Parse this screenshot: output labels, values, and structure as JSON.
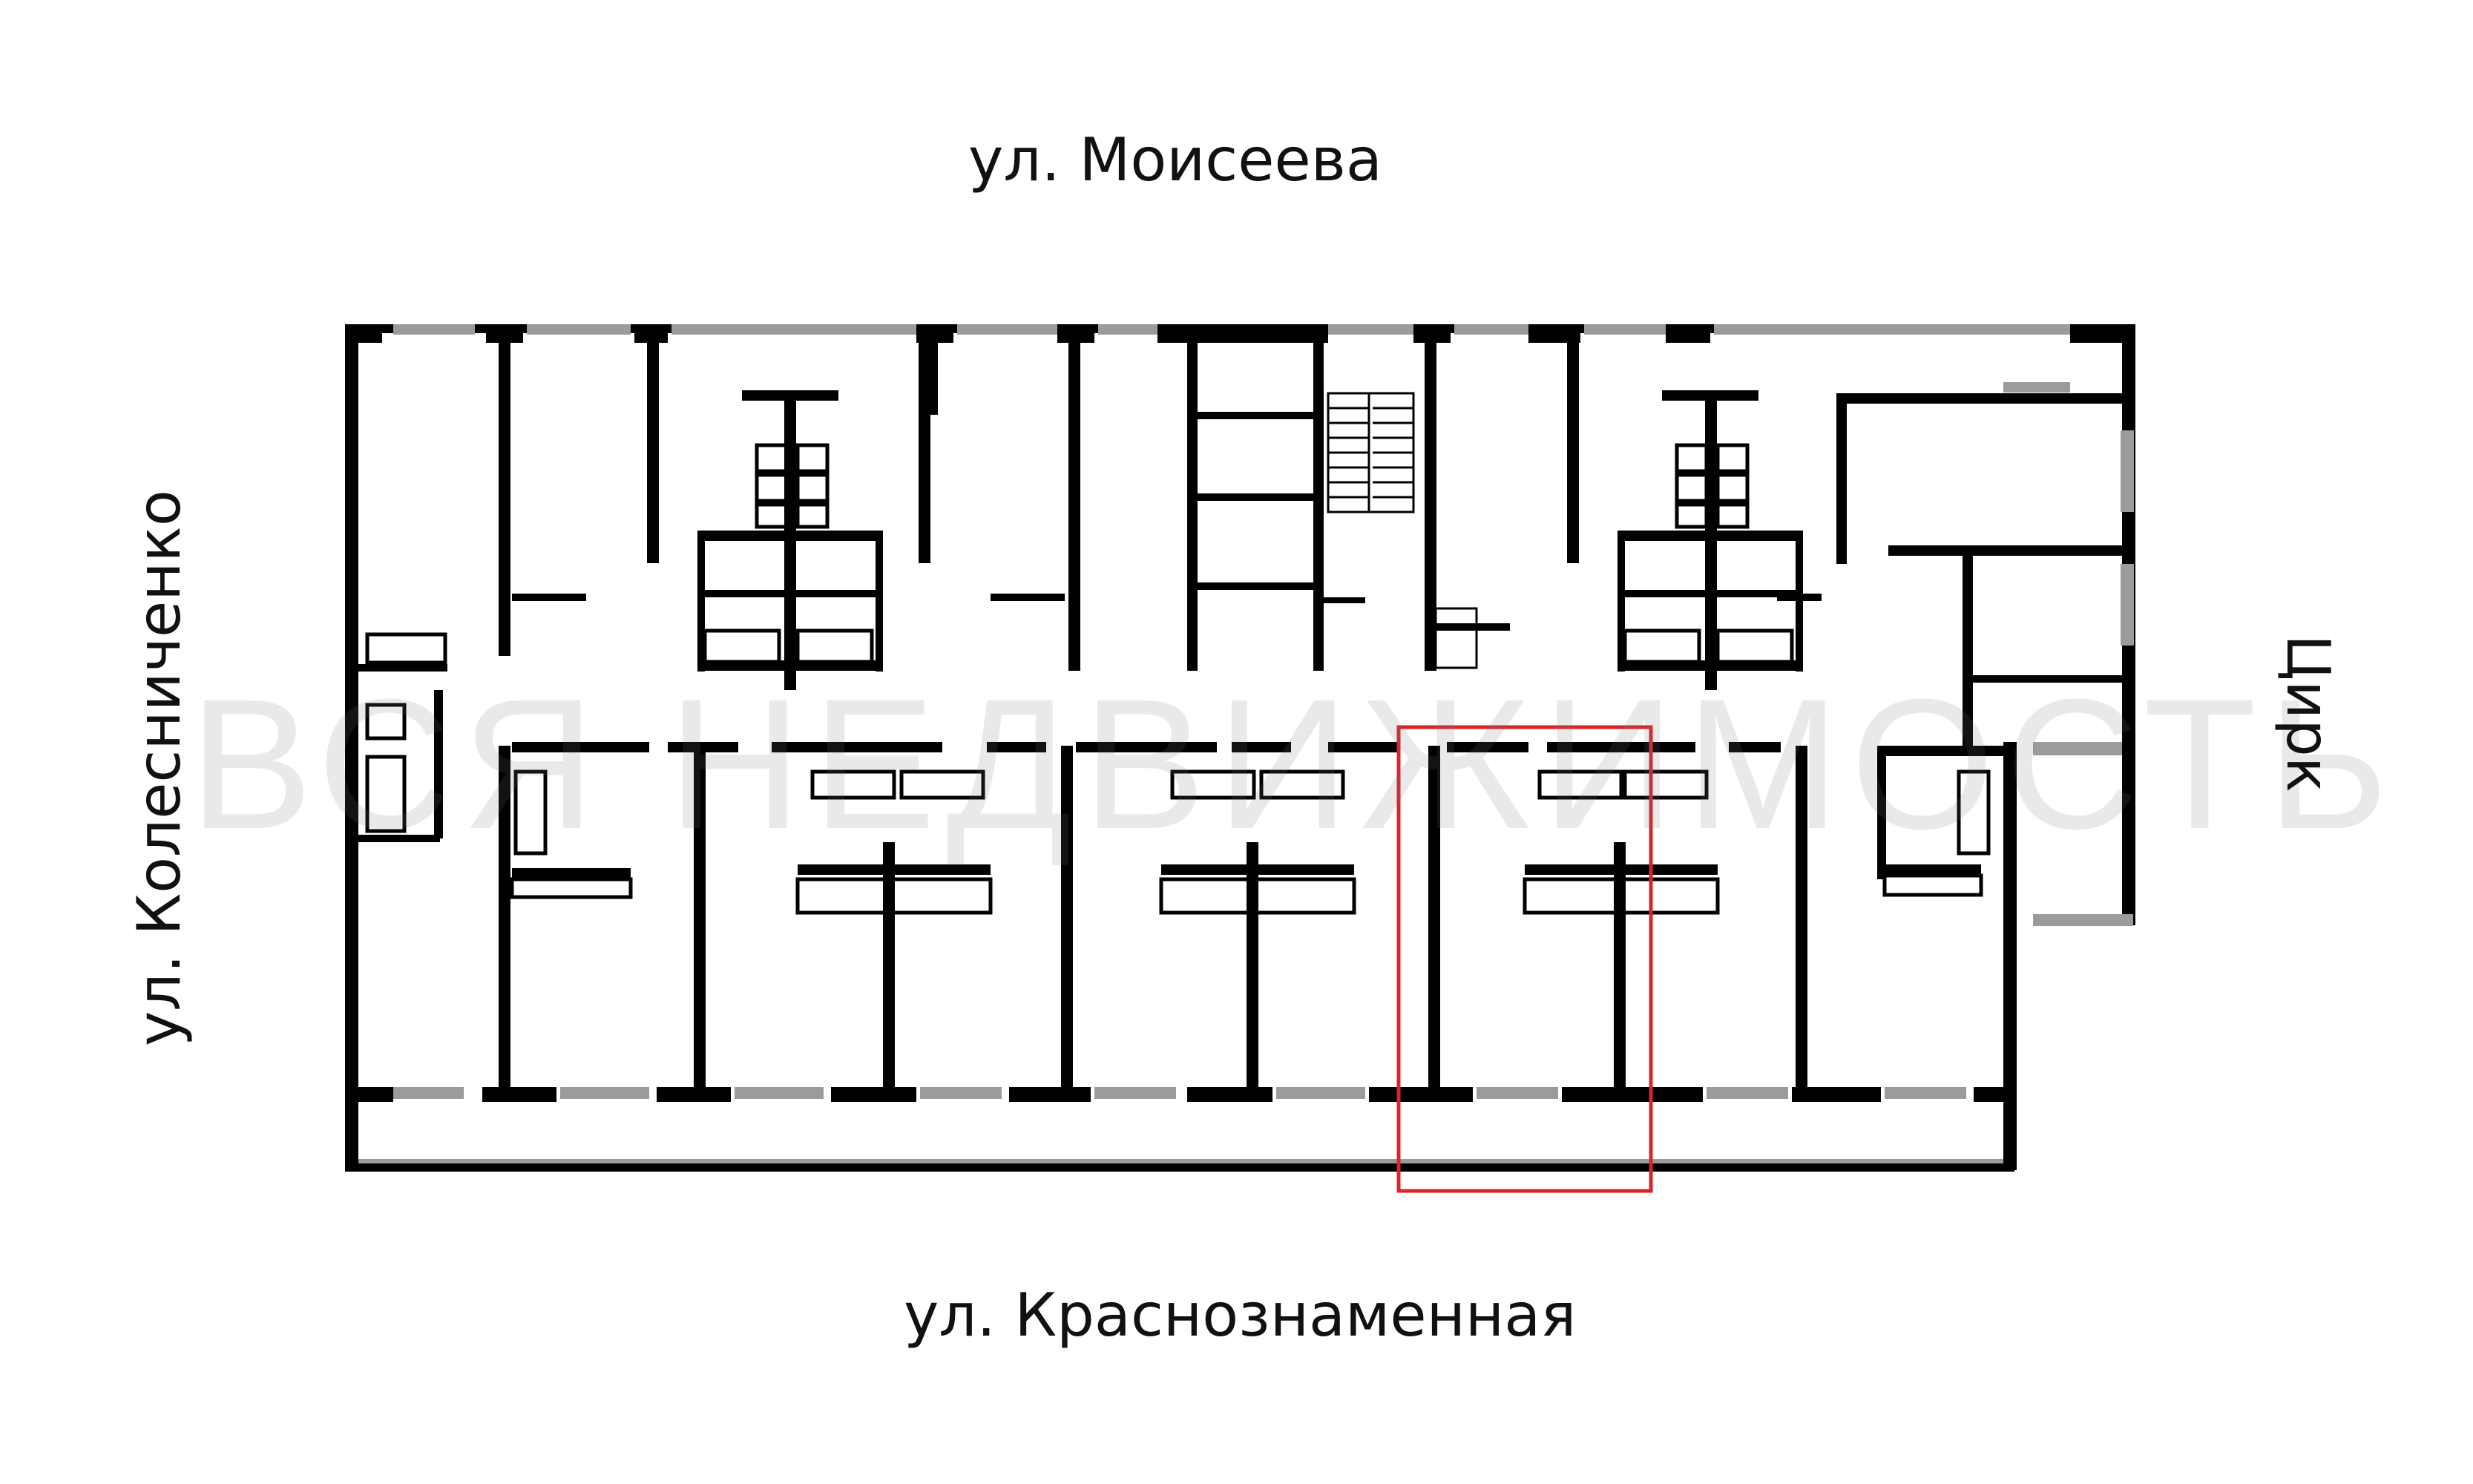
{
  "streets": {
    "top": "ул. Моисеева",
    "bottom": "ул. Краснознаменная",
    "left": "ул. Колесниченко",
    "right": "Цирк"
  },
  "watermark": "ВСЯ НЕДВИЖИМОСТЬ",
  "colors": {
    "wall": "#000000",
    "window": "#9b9b9b",
    "highlight": "#d9252a",
    "background": "#ffffff"
  }
}
